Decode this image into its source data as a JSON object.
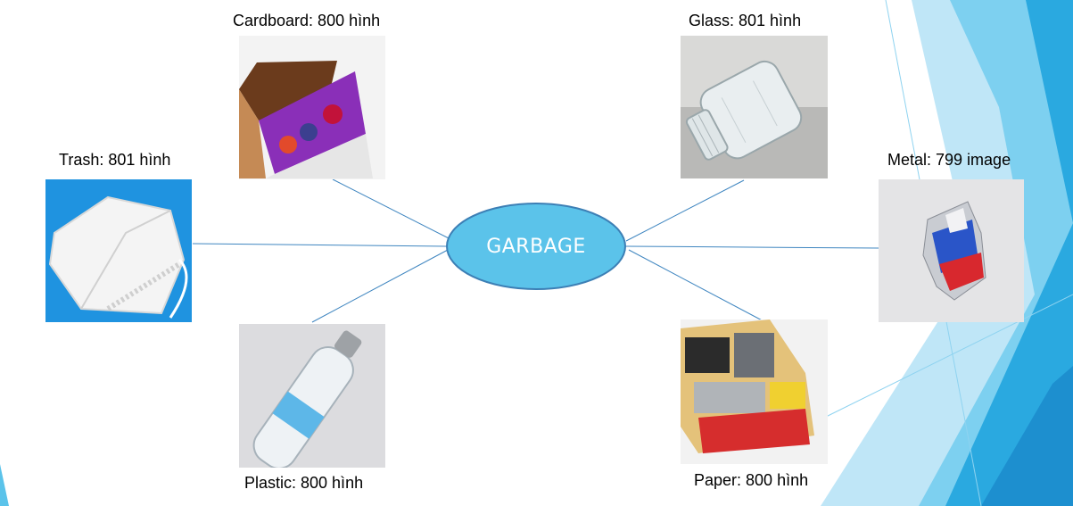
{
  "diagram": {
    "center": {
      "label": "GARBAGE"
    },
    "categories": [
      {
        "id": "cardboard",
        "caption": "Cardboard: 800 hình",
        "photo_icon": "cardboard-box-photo"
      },
      {
        "id": "glass",
        "caption": "Glass: 801 hình",
        "photo_icon": "glass-jar-photo"
      },
      {
        "id": "trash",
        "caption": "Trash: 801 hình",
        "photo_icon": "face-mask-photo"
      },
      {
        "id": "metal",
        "caption": "Metal: 799 image",
        "photo_icon": "crushed-can-photo"
      },
      {
        "id": "plastic",
        "caption": "Plastic: 800 hình",
        "photo_icon": "plastic-bottle-photo"
      },
      {
        "id": "paper",
        "caption": "Paper: 800 hình",
        "photo_icon": "crumpled-paper-photo"
      }
    ]
  },
  "colors": {
    "accent_blue": "#5bc3ea",
    "node_border": "#3c7fb5",
    "link_line": "#3f86c0"
  }
}
